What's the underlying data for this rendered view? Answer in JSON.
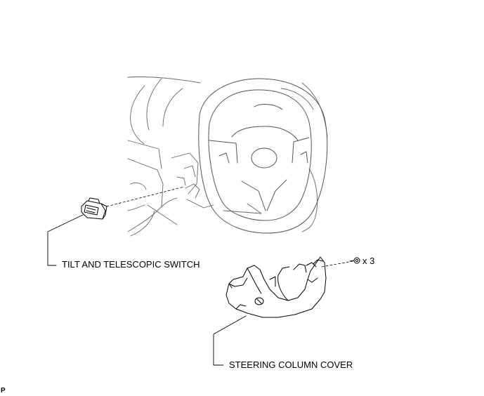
{
  "labels": {
    "tilt_switch": "TILT AND TELESCOPIC SWITCH",
    "column_cover": "STEERING COLUMN COVER",
    "screw_qty": "x 3",
    "corner_mark": "P"
  },
  "icons": {
    "screw": "screw-icon",
    "steering_wheel": "steering-wheel-icon",
    "switch": "switch-icon",
    "cover": "column-cover-icon"
  },
  "colors": {
    "line": "#000000",
    "background": "#ffffff"
  }
}
